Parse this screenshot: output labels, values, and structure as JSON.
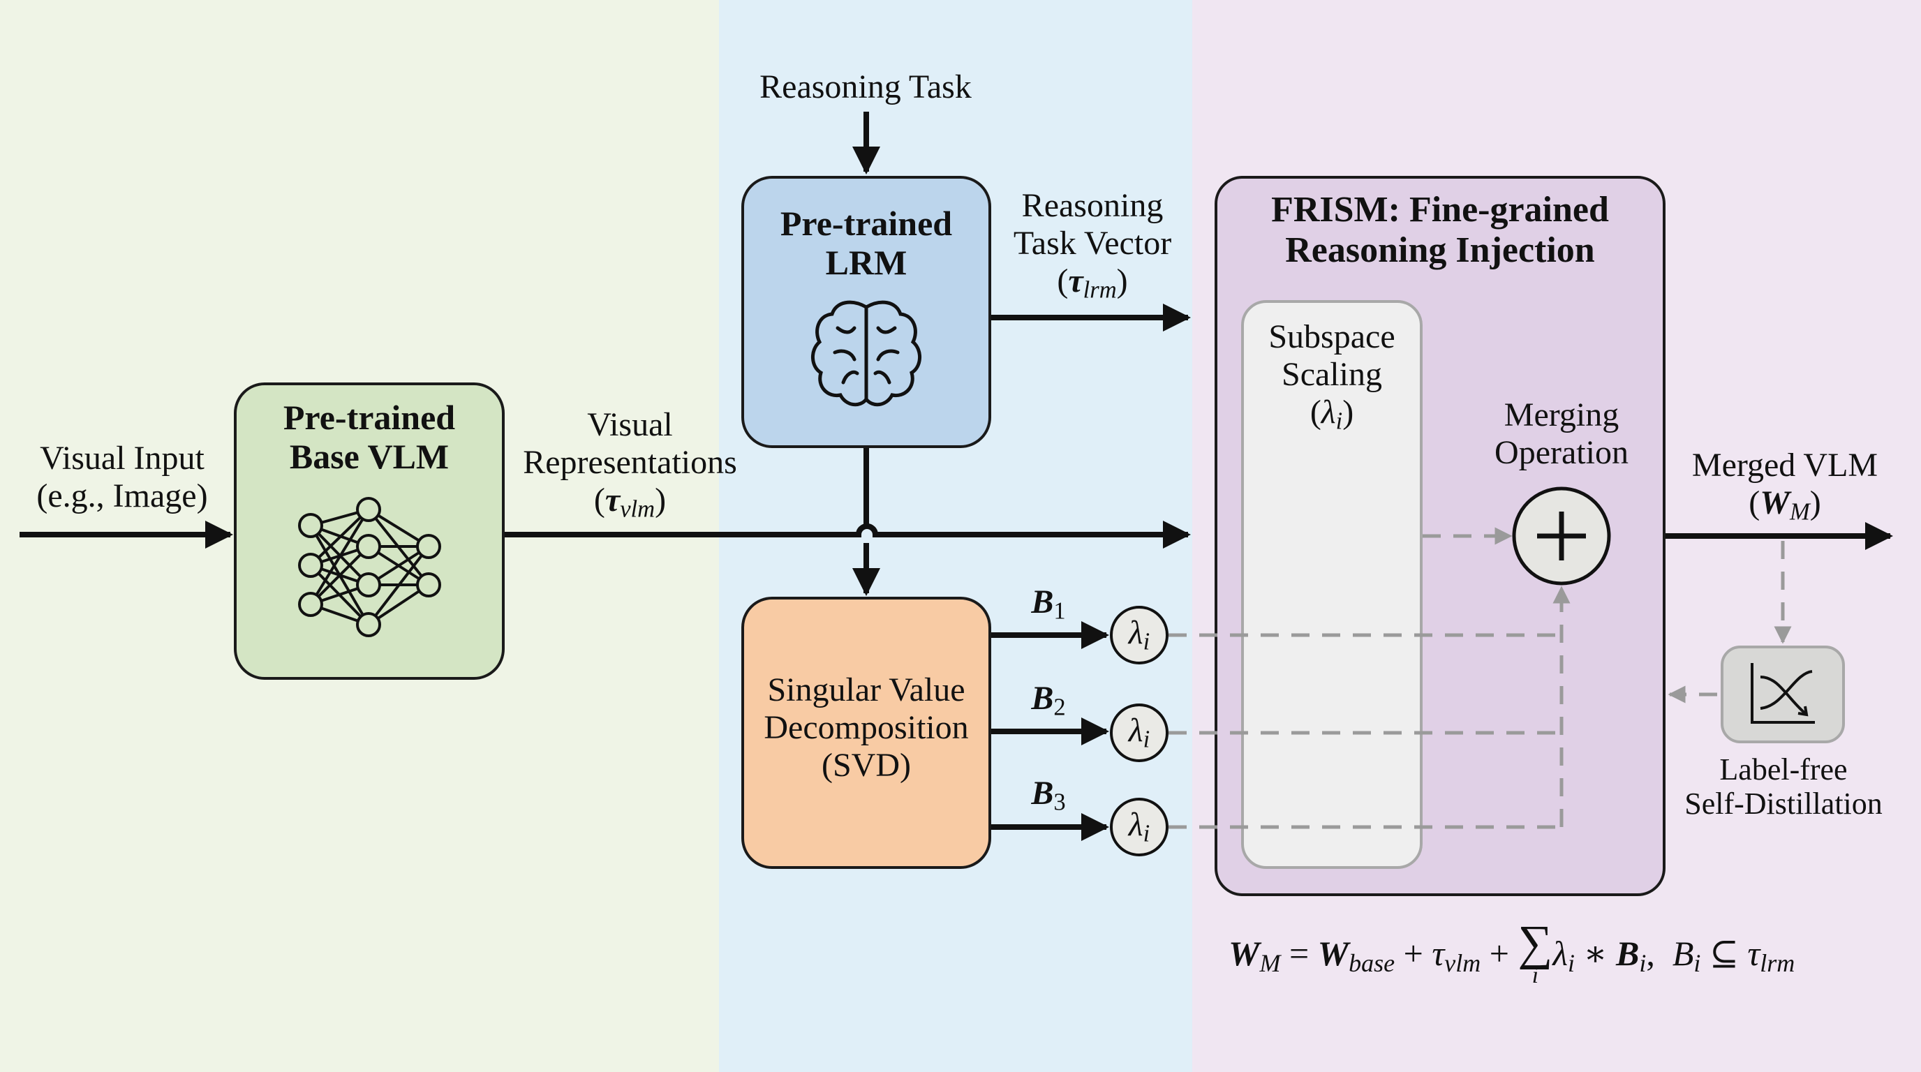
{
  "diagram": {
    "visual_input": {
      "line1": "Visual Input",
      "line2": "(e.g., Image)"
    },
    "base_vlm": {
      "line1": "Pre-trained",
      "line2": "Base VLM",
      "icon": "neural-network-icon"
    },
    "visual_representations": {
      "line1": "Visual",
      "line2": "Representations",
      "symbol": "τ",
      "subscript": "vlm"
    },
    "reasoning_task": {
      "label": "Reasoning Task"
    },
    "lrm": {
      "line1": "Pre-trained",
      "line2": "LRM",
      "icon": "brain-icon"
    },
    "reasoning_task_vector": {
      "line1": "Reasoning",
      "line2": "Task Vector",
      "symbol": "τ",
      "subscript": "lrm"
    },
    "svd": {
      "line1": "Singular Value",
      "line2": "Decomposition",
      "line3": "(SVD)"
    },
    "bases": [
      {
        "symbol": "B",
        "index": "1",
        "scale": "λ",
        "scale_sub": "i"
      },
      {
        "symbol": "B",
        "index": "2",
        "scale": "λ",
        "scale_sub": "i"
      },
      {
        "symbol": "B",
        "index": "3",
        "scale": "λ",
        "scale_sub": "i"
      }
    ],
    "frism": {
      "title_line1": "FRISM: Fine-grained",
      "title_line2": "Reasoning Injection",
      "subspace": {
        "line1": "Subspace",
        "line2": "Scaling",
        "symbol": "λ",
        "subscript": "i"
      },
      "merging": {
        "line1": "Merging",
        "line2": "Operation",
        "icon": "plus-icon"
      }
    },
    "merged_vlm": {
      "line1": "Merged VLM",
      "symbol": "W",
      "subscript": "M"
    },
    "self_distillation": {
      "line1": "Label-free",
      "line2": "Self-Distillation",
      "icon": "crossing-curves-chart-icon"
    },
    "formula": {
      "lhs": "W",
      "lhs_sub": "M",
      "eq": "=",
      "w_base": "W",
      "w_base_sub": "base",
      "plus1": "+",
      "tau_vlm": "τ",
      "tau_vlm_sub": "vlm",
      "plus2": "+",
      "sum": "∑",
      "sum_sub": "i",
      "lambda": "λ",
      "lambda_sub": "i",
      "times": "∗",
      "b": "B",
      "b_sub": "i",
      "comma": ",",
      "b2": "B",
      "b2_sub": "i",
      "subset": "⊆",
      "tau_lrm": "τ",
      "tau_lrm_sub": "lrm"
    },
    "colors": {
      "bg_left": "#eff4e6",
      "bg_mid": "#e0eff8",
      "bg_right": "#f0e6f2",
      "vlm_box": "#d4e5c4",
      "lrm_box": "#bcd5ec",
      "svd_box": "#f8cba4",
      "frism_box": "#e0d0e6",
      "subspace_box": "#efefef",
      "dashed": "#9a9a9a"
    }
  }
}
